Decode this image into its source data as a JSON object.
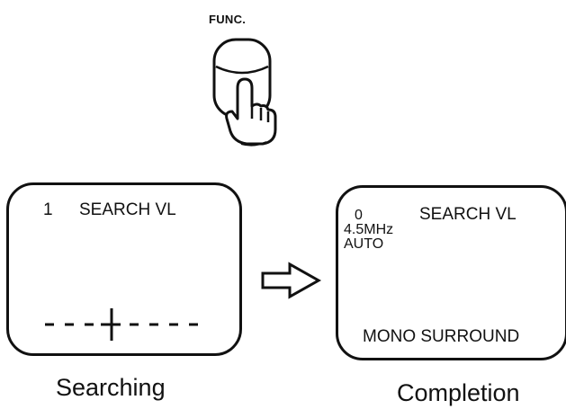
{
  "button": {
    "label": "FUNC."
  },
  "searching": {
    "channel": "1",
    "mode": "SEARCH VL",
    "caption": "Searching"
  },
  "completion": {
    "channel": "0",
    "mode": "SEARCH VL",
    "frequency": "4.5MHz",
    "auto": "AUTO",
    "surround": "MONO SURROUND",
    "caption": "Completion"
  },
  "icons": {
    "hand": "pressing-hand-icon",
    "arrow": "right-arrow-icon",
    "indicator": "tuning-indicator-icon"
  }
}
